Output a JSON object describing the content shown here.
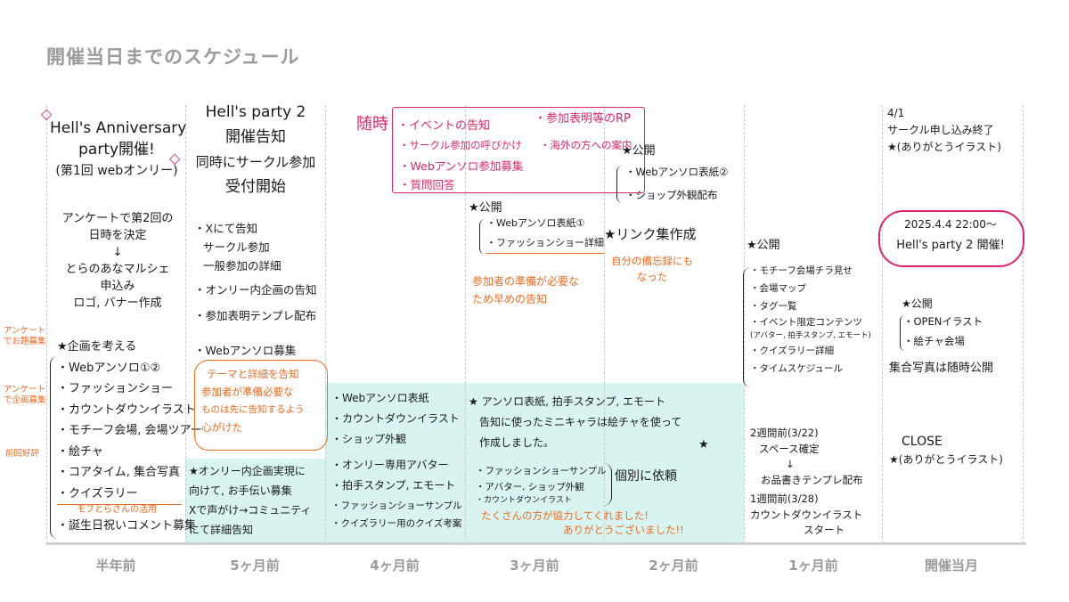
{
  "title": "開催当日までのスケジュール",
  "axis_labels": [
    "半年前",
    "5ヶ月前",
    "4ヶ月前",
    "3ヶ月前",
    "2ヶ月前",
    "1ヶ月前",
    "開催当月"
  ],
  "col1": {
    "heading": [
      "Hell's Anniversary",
      "party開催!",
      "(第1回 webオンリー)"
    ],
    "survey": [
      "アンケートで第2回の",
      "日時を決定",
      "↓",
      "とらのあなマルシェ",
      "申込み",
      "ロゴ, バナー作成"
    ],
    "star_item": "★企画を考える",
    "items": [
      "・Webアンソロ①②",
      "・ファッションショー",
      "・カウントダウンイラスト",
      "・モチーフ会場, 会場ツアー",
      "・絵チャ",
      "・コアタイム, 集合写真",
      "・クイズラリー",
      "・誕生日祝いコメント募集"
    ],
    "side_notes": [
      "アンケートでお題募集",
      "アンケートで企画募集",
      "前回好評"
    ],
    "quiz_note": "モブとらさんの活用"
  },
  "col2": {
    "heading": [
      "Hell's party 2",
      "開催告知",
      "同時にサークル参加",
      "受付開始"
    ],
    "items": [
      "・Xにて告知",
      "サークル参加",
      "一般参加の詳細",
      "・オンリー内企画の告知",
      "・参加表明テンプレ配布",
      "・Webアンソロ募集"
    ],
    "orange_note": [
      "テーマと詳細を告知",
      "参加者が準備必要な",
      "ものは先に告知するよう",
      "心がけた"
    ],
    "teal_note": [
      "★オンリー内企画実現に",
      "向けて, お手伝い募集",
      "Xで声がけ→コミュニティ",
      "にて詳細告知"
    ]
  },
  "anytime": {
    "label": "随時",
    "items": [
      "・イベントの告知",
      "・参加表明等のRP",
      "・サークル参加の呼びかけ",
      "・海外の方への案内",
      "・Webアンソロ参加募集",
      "・質問回答"
    ]
  },
  "col3_teal": [
    "・Webアンソロ表紙",
    "・カウントダウンイラスト",
    "・ショップ外観",
    "・オンリー専用アバター",
    "・拍手スタンプ, エモート",
    "・ファッションショーサンプル",
    "・クイズラリー用のクイズ考案"
  ],
  "col4": {
    "publish_label": "★公開",
    "publish_items": [
      "・Webアンソロ表紙①",
      "・ファッションショー詳細"
    ],
    "orange_note": [
      "参加者の準備が必要な",
      "ため早めの告知"
    ],
    "teal_note": [
      "★ アンソロ表紙, 拍手スタンプ, エモート",
      "告知に使ったミニキャラは絵チャを使って",
      "作成しました。"
    ],
    "requests": [
      "・ファッションショーサンプル",
      "・アバター, ショップ外観",
      "・カウントダウンイラスト"
    ],
    "request_label": "個別に依頼",
    "thanks": [
      "たくさんの方が協力してくれました!",
      "ありがとうございました!!"
    ]
  },
  "col5": {
    "publish_label": "★公開",
    "publish_items": [
      "・Webアンソロ表紙②",
      "・ショップ外観配布"
    ],
    "link_label": "★リンク集作成",
    "orange_note": [
      "自分の備忘録にも",
      "なった"
    ]
  },
  "col6": {
    "publish_label": "★公開",
    "publish_items": [
      "・モチーフ会場チラ見せ",
      "・会場マップ",
      "・タグ一覧",
      "・イベント限定コンテンツ",
      "(アバター, 拍手スタンプ, エモート)",
      "・クイズラリー詳細",
      "・タイムスケジュール"
    ],
    "notes": [
      "2週間前(3/22)",
      "スペース確定",
      "↓",
      "お品書きテンプレ配布",
      "1週間前(3/28)",
      "カウントダウンイラスト",
      "スタート"
    ]
  },
  "col7": {
    "top": [
      "4/1",
      "サークル申し込み終了",
      "★(ありがとうイラスト)"
    ],
    "event": [
      "2025.4.4 22:00〜",
      "Hell's party 2 開催!"
    ],
    "publish_label": "★公開",
    "publish_items": [
      "・OPENイラスト",
      "・絵チャ会場"
    ],
    "photo": "集合写真は随時公開",
    "close": [
      "CLOSE",
      "★(ありがとうイラスト)"
    ]
  },
  "colors": {
    "pink": "#e0256a",
    "orange": "#ee6a1e",
    "teal": "#d8f4f1",
    "gray": "#9b9b9b"
  }
}
